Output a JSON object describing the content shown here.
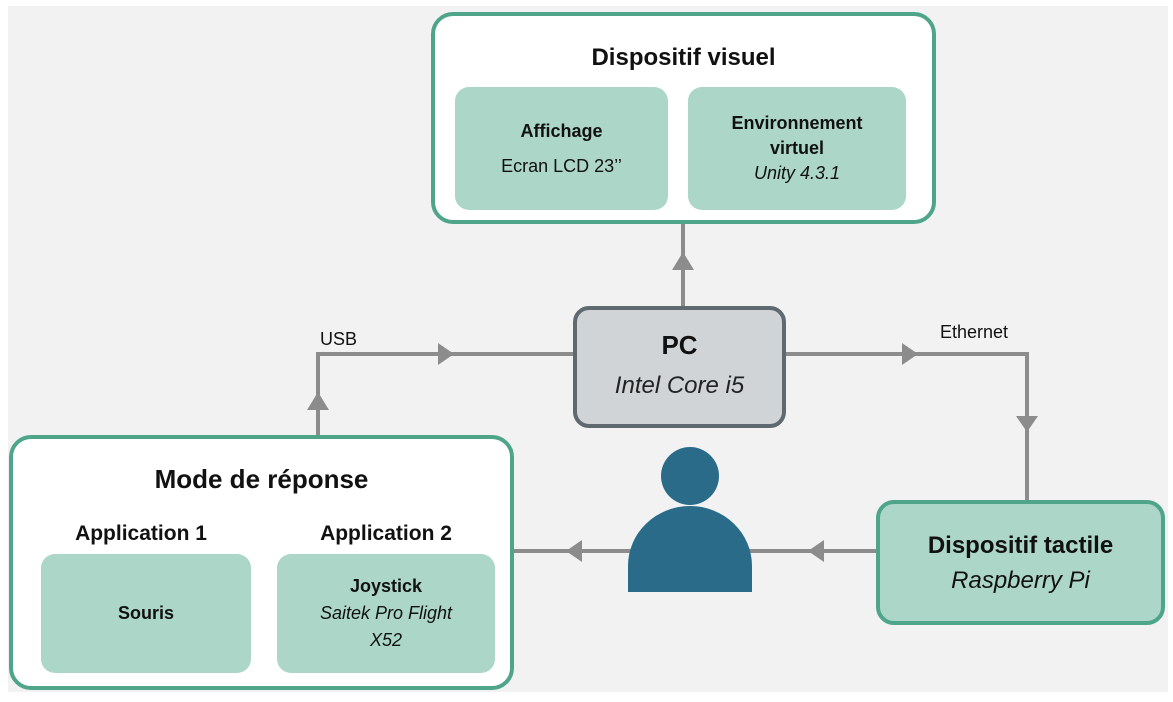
{
  "visual_device": {
    "title": "Dispositif visuel",
    "display": {
      "title": "Affichage",
      "detail": "Ecran LCD 23’’"
    },
    "virtual_env": {
      "title_line1": "Environnement",
      "title_line2": "virtuel",
      "detail": "Unity 4.3.1"
    }
  },
  "pc": {
    "title": "PC",
    "detail": "Intel Core i5"
  },
  "connections": {
    "usb": "USB",
    "ethernet": "Ethernet"
  },
  "response_mode": {
    "title": "Mode de réponse",
    "app1": {
      "heading": "Application 1",
      "device": "Souris"
    },
    "app2": {
      "heading": "Application 2",
      "device": "Joystick",
      "detail_line1": "Saitek Pro Flight",
      "detail_line2": "X52"
    }
  },
  "tactile_device": {
    "title": "Dispositif tactile",
    "detail": "Raspberry Pi"
  },
  "icons": {
    "user": "user-icon",
    "arrow": "arrow-head-icon"
  },
  "colors": {
    "teal_border": "#4fa58a",
    "teal_fill": "#acd6c8",
    "pc_border": "#5f6a70",
    "pc_fill": "#d0d4d6",
    "connector": "#8c8c8c",
    "user": "#2a6b8a"
  }
}
